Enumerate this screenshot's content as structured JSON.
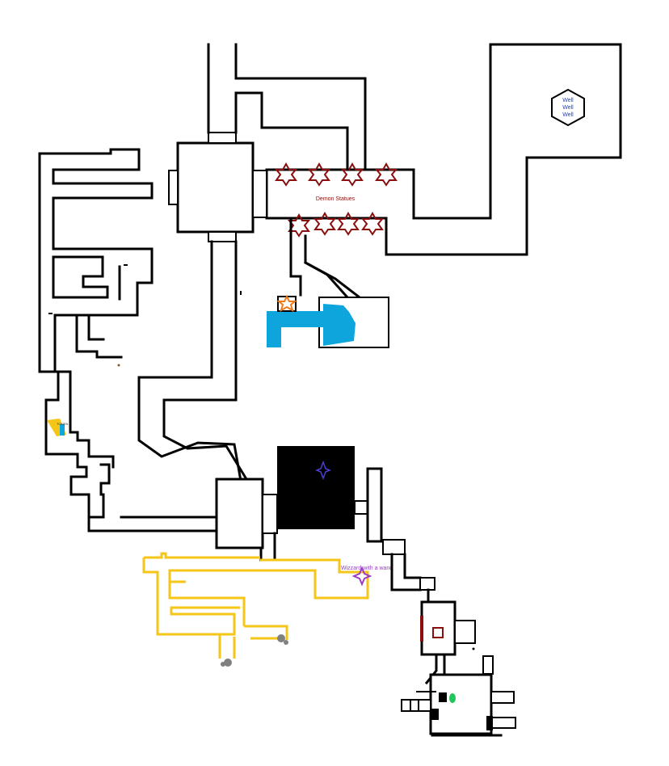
{
  "labels": {
    "well": [
      "Well",
      "Well",
      "Well"
    ],
    "demon_statues": "Demon Statues",
    "wizard": "Wizzard with a wand",
    "corner_note": "TOMEN"
  },
  "colors": {
    "wall": "#000000",
    "water": "#0ea5dc",
    "statue": "#8b0e0e",
    "gold_path": "#f5c518",
    "wizard": "#9b3cc4",
    "well_text": "#1f3fbf",
    "portal": "#4a3fd0",
    "orange_star": "#f07a1a",
    "rubble": "#808080",
    "green_marker": "#22c55e"
  },
  "icons": {
    "well": "hexagon-well-icon",
    "statue": "six-point-star-icon",
    "wizard": "four-point-star-icon"
  }
}
